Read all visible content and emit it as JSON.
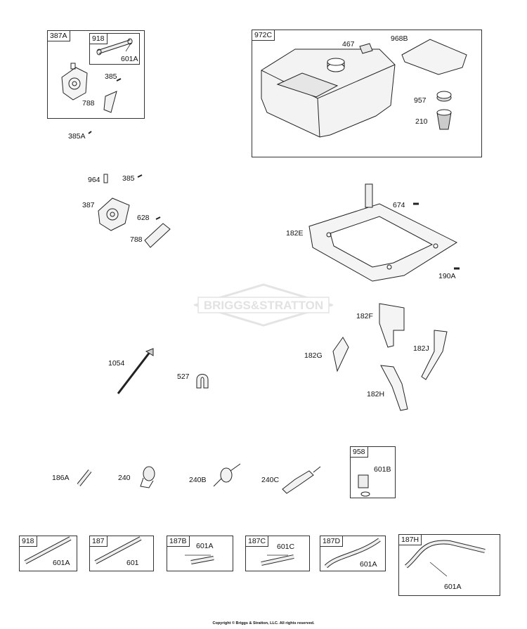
{
  "watermark": "BRIGGS&STRATTON",
  "copyright": "Copyright © Briggs & Stratton, LLC. All rights reserved.",
  "groups": {
    "g387a": "387A",
    "g918_inner": "918",
    "g972c": "972C",
    "g958": "958",
    "g918": "918",
    "g187": "187",
    "g187b": "187B",
    "g187c": "187C",
    "g187d": "187D",
    "g187h": "187H"
  },
  "labels": {
    "l601a_a": "601A",
    "l385_a": "385",
    "l788_a": "788",
    "l385a": "385A",
    "l467": "467",
    "l968b": "968B",
    "l957": "957",
    "l210": "210",
    "l964": "964",
    "l385_b": "385",
    "l387": "387",
    "l628": "628",
    "l788_b": "788",
    "l674": "674",
    "l182e": "182E",
    "l190a": "190A",
    "l182f": "182F",
    "l182g": "182G",
    "l182j": "182J",
    "l182h": "182H",
    "l1054": "1054",
    "l527": "527",
    "l186a": "186A",
    "l240": "240",
    "l240b": "240B",
    "l240c": "240C",
    "l601b": "601B",
    "l601a_918": "601A",
    "l601_187": "601",
    "l601a_187b": "601A",
    "l601c_187c": "601C",
    "l601a_187d": "601A",
    "l601a_187h": "601A"
  }
}
